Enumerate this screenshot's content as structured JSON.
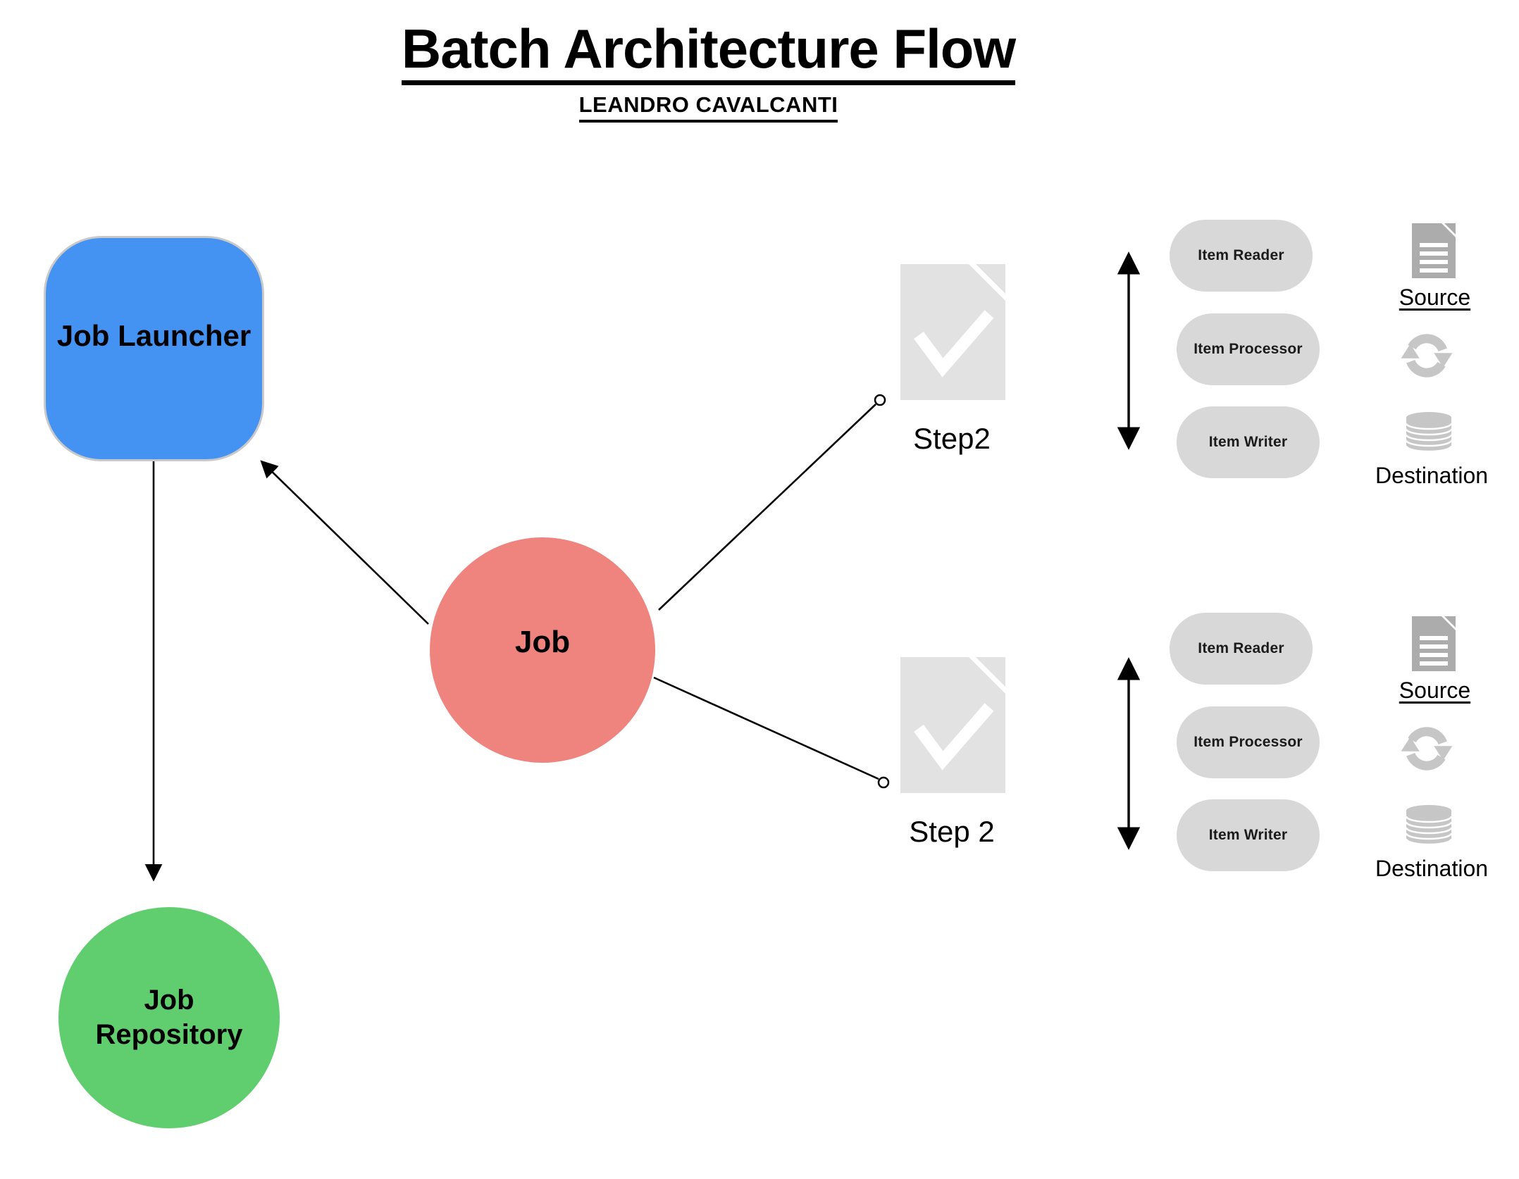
{
  "header": {
    "title": "Batch Architecture Flow",
    "subtitle": "LEANDRO CAVALCANTI"
  },
  "nodes": {
    "job_launcher": "Job Launcher",
    "job": "Job",
    "job_repository": "Job Repository"
  },
  "steps": [
    {
      "label": "Step2",
      "pills": [
        "Item Reader",
        "Item Processor",
        "Item Writer"
      ],
      "source": "Source",
      "destination": "Destination"
    },
    {
      "label": "Step 2",
      "pills": [
        "Item Reader",
        "Item Processor",
        "Item Writer"
      ],
      "source": "Source",
      "destination": "Destination"
    }
  ],
  "colors": {
    "launcher_blue": "#4493F3",
    "job_red": "#EF837D",
    "repository_green": "#60CE6E",
    "pill_gray": "#D8D8D8",
    "doc_gray": "#E2E2E2",
    "source_gray": "#ACACAC",
    "icon_gray": "#C6C6C6",
    "line_black": "#000000"
  }
}
